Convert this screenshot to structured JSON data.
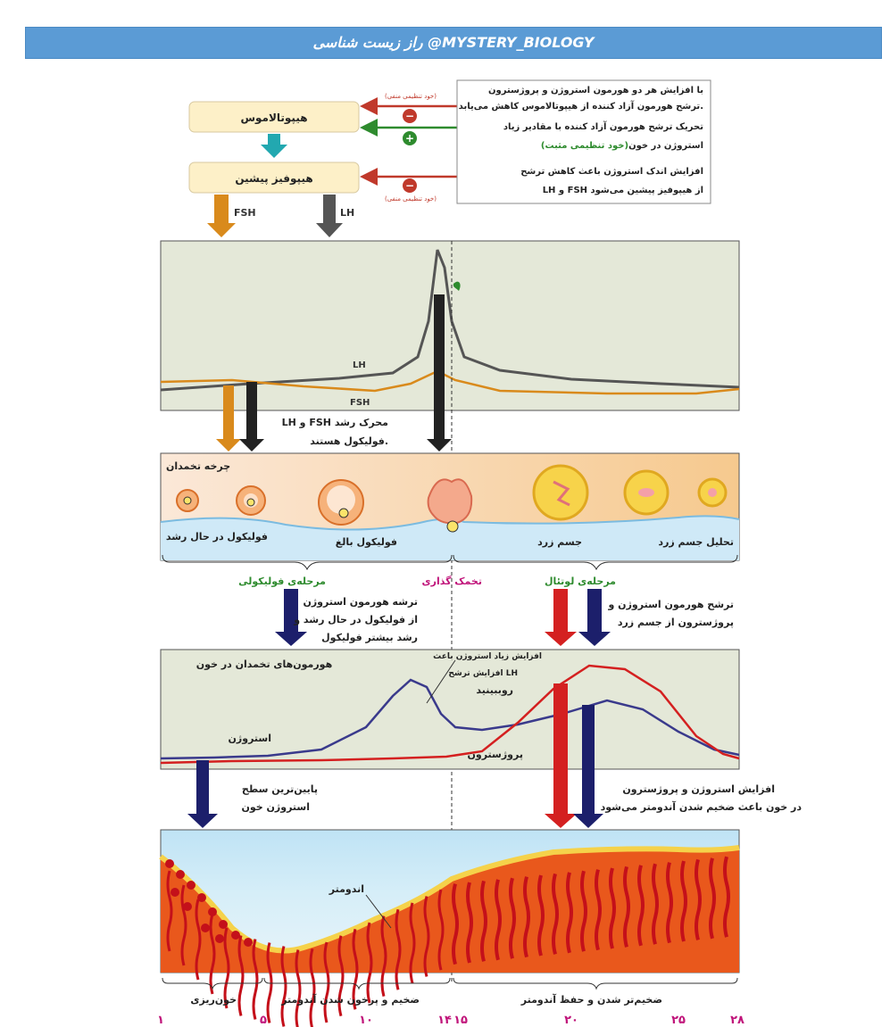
{
  "header": {
    "title": "راز زیست شناسی @MYSTERY_BIOLOGY"
  },
  "hormonal_axis": {
    "hypothalamus": "هیپوتالاموس",
    "pituitary": "هیپوفیز پیشین",
    "fsh_label": "FSH",
    "lh_label": "LH",
    "neg_feedback_1": "(خود تنظیمی منفی)",
    "neg_feedback_2": "(خود تنظیمی منفی)",
    "minus": "−",
    "plus": "+"
  },
  "info_box": {
    "line1": "با افزایش هر دو هورمون استروژن و پروژسترون",
    "line2": "ترشح هورمون آزاد کننده از هیپوتالاموس کاهش می‌یابد.",
    "line3": "تحریک ترشح  هورمون آزاد کننده با مقادیر زیاد",
    "line4a": "استروژن در خون",
    "line4b": "(خود تنظیمی مثبت)",
    "line5": "افزایش اندک استروژن باعث کاهش ترشح",
    "line6": "LH و FSH از هیپوفیز پیشین می‌شود"
  },
  "gonadotropin_chart": {
    "lh_curve_label": "LH",
    "fsh_curve_label": "FSH",
    "note_line1": "LH و FSH محرک رشد",
    "note_line2": "فولیکول هستند."
  },
  "ovarian_cycle": {
    "title": "چرخه تخمدان",
    "growing_follicle": "فولیکول در حال رشد",
    "mature_follicle": "فولیکول بالغ",
    "corpus_luteum": "جسم زرد",
    "degenerating_cl": "تحلیل جسم زرد",
    "follicular_phase": "مرحله‌ی فولیکولی",
    "ovulation": "تخمک گذاری",
    "luteal_phase": "مرحله‌ی لوتئال",
    "follicle_note_1": "ترشه هورمون استروژن",
    "follicle_note_2": "از فولیکول در حال رشد و",
    "follicle_note_3": "رشد بیشتر فولیکول",
    "luteal_note_1": "ترشح هورمون استروژن و",
    "luteal_note_2": "پروژسترون از جسم زرد"
  },
  "ovarian_hormones": {
    "title": "هورمون‌های تخمدان در خون",
    "estrogen": "استروژن",
    "progesterone": "پروژسترون",
    "ann_1": "افزایش زیاد استروژن باعث",
    "ann_2": "افزایش ترشح LH",
    "ann_3": "روببینید",
    "lowest_1": "پایین‌ترین سطح",
    "lowest_2": "استروژن خون",
    "increase_1": "افزایش استروژن و پروژسترون",
    "increase_2": "در خون باعث ضخیم شدن آندومتر می‌شود"
  },
  "uterine_cycle": {
    "endometrium": "اندومتر",
    "menstruation": "خون‌ریزی",
    "proliferative": "ضخیم و پرخون شدن آندومتر",
    "secretory": "ضخیم‌تر شدن و حفظ آندومتر",
    "days": [
      "۱",
      "۵",
      "۱۰",
      "۱۴",
      "۱۵",
      "۲۰",
      "۲۵",
      "۲۸"
    ]
  },
  "colors": {
    "header_bg": "#5b9bd5",
    "lh": "#555555",
    "fsh": "#d98a1c",
    "estrogen": "#3a3a8c",
    "progesterone": "#d42020",
    "chart_bg": "#e4e8d8",
    "negative_arrow": "#c0392b",
    "positive_arrow": "#2e8b2e",
    "day_numbers": "#c0147a"
  }
}
